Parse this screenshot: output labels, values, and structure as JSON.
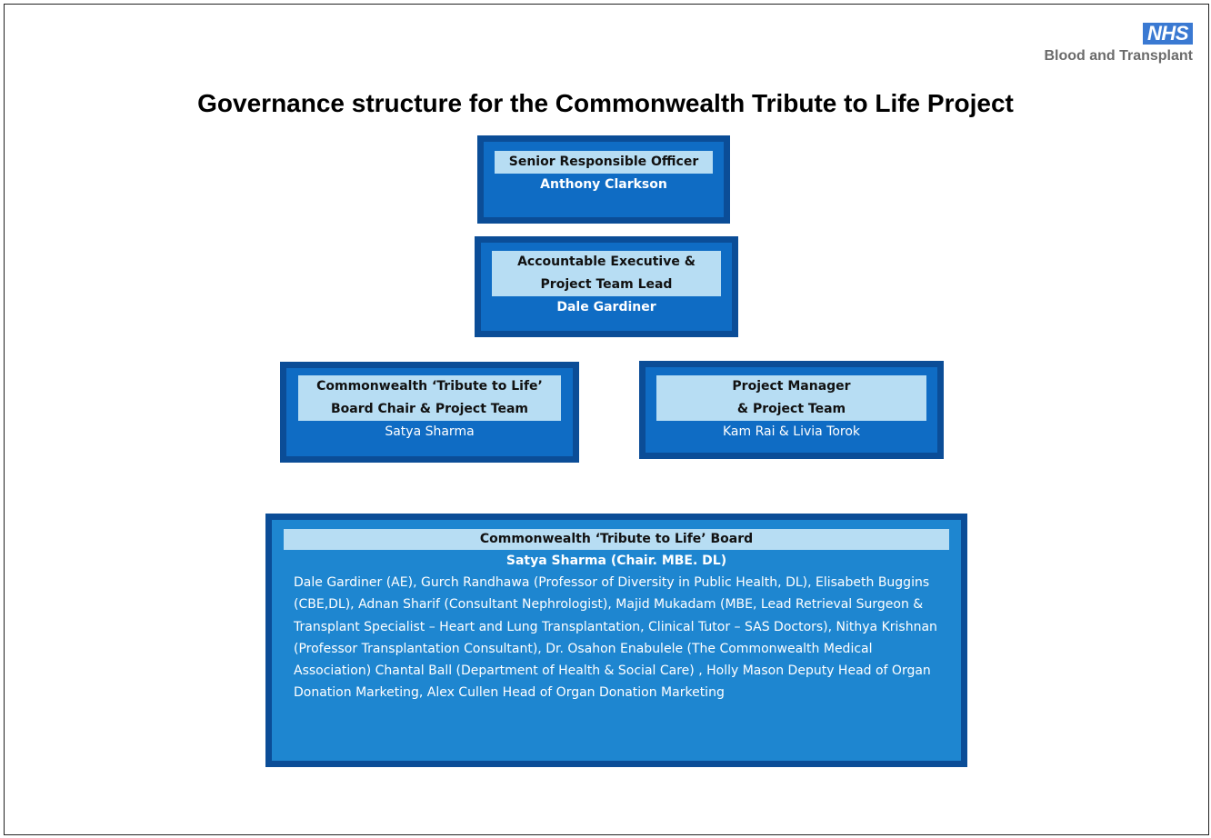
{
  "logo": {
    "badge": "NHS",
    "subtitle": "Blood and Transplant"
  },
  "title": "Governance structure for the Commonwealth Tribute to Life Project",
  "boxes": {
    "sro": {
      "role": "Senior Responsible Officer",
      "name": "Anthony Clarkson"
    },
    "ae": {
      "role_line1": "Accountable Executive &",
      "role_line2": "Project Team Lead",
      "name": "Dale Gardiner"
    },
    "board_chair": {
      "role_line1": "Commonwealth ‘Tribute to Life’",
      "role_line2": "Board Chair & Project Team",
      "name": "Satya Sharma"
    },
    "pm": {
      "role_line1": "Project Manager",
      "role_line2": "& Project Team",
      "name": "Kam Rai  & Livia Torok"
    },
    "board": {
      "role": "Commonwealth ‘Tribute to Life’ Board",
      "chair": "Satya Sharma (Chair. MBE. DL)",
      "members": "Dale Gardiner (AE), Gurch Randhawa (Professor of Diversity in Public Health, DL), Elisabeth Buggins (CBE,DL), Adnan Sharif (Consultant Nephrologist), Majid Mukadam (MBE, Lead Retrieval Surgeon & Transplant Specialist – Heart and Lung Transplantation, Clinical Tutor – SAS Doctors), Nithya Krishnan (Professor Transplantation Consultant), Dr. Osahon Enabulele (The Commonwealth Medical Association)  Chantal Ball (Department of Health & Social Care) , Holly Mason Deputy Head of Organ Donation Marketing, Alex Cullen Head of Organ Donation Marketing"
    }
  },
  "colors": {
    "box_fill": "#0f6cc4",
    "box_border": "#0b4d97",
    "board_fill": "#1e86d0",
    "header_fill": "#b7ddf3",
    "nhs_blue": "#3a79d2"
  }
}
